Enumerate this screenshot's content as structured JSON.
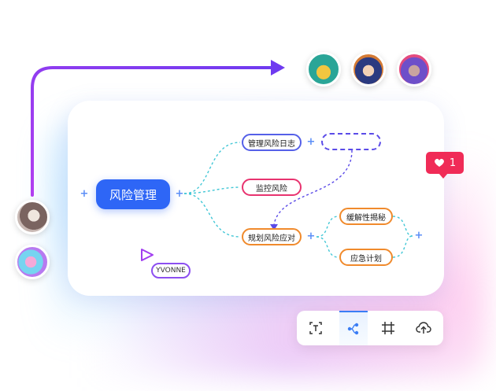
{
  "mindmap": {
    "root_label": "风险管理",
    "branches": [
      {
        "label": "管理风险日志"
      },
      {
        "label": "监控风险"
      },
      {
        "label": "规划风险应对"
      }
    ],
    "sub_branches": [
      {
        "label": "缓解性揭秘"
      },
      {
        "label": "应急计划"
      }
    ]
  },
  "cursor": {
    "user_name": "YVONNE"
  },
  "likes": {
    "count": "1"
  },
  "toolbar": {
    "items": [
      {
        "icon": "text-box-icon"
      },
      {
        "icon": "mindmap-icon",
        "active": true
      },
      {
        "icon": "frame-icon"
      },
      {
        "icon": "upload-cloud-icon"
      }
    ]
  },
  "colors": {
    "root": "#2e66f6",
    "branch_blue": "#5560e8",
    "branch_pink": "#e8336f",
    "branch_orange": "#f08a2c",
    "connector": "#42c7d6",
    "like": "#f02b57",
    "arrow": "#8a3df0"
  }
}
